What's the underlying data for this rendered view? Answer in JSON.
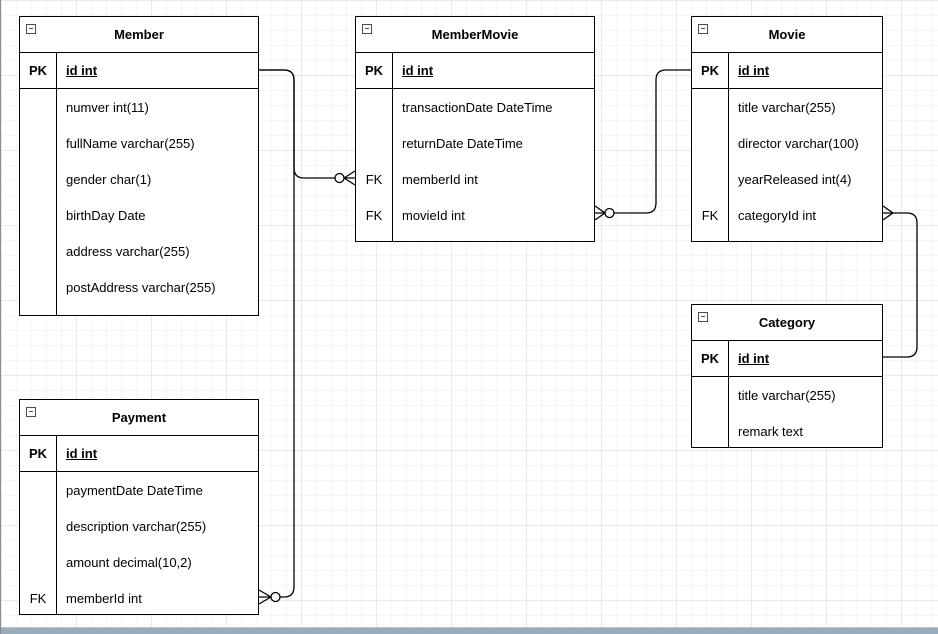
{
  "colors": {
    "table_border": "#000000",
    "table_background": "#ffffff",
    "edge_stroke": "#000000",
    "grid_minor": "#f5f5f5",
    "grid_major": "#e9e9e9",
    "scrollbar": "#9aabbc"
  },
  "tables": {
    "member": {
      "title": "Member",
      "rows": [
        {
          "key": "PK",
          "label": "id int"
        },
        {
          "key": "",
          "label": "numver int(11)"
        },
        {
          "key": "",
          "label": "fullName varchar(255)"
        },
        {
          "key": "",
          "label": "gender char(1)"
        },
        {
          "key": "",
          "label": "birthDay Date"
        },
        {
          "key": "",
          "label": "address varchar(255)"
        },
        {
          "key": "",
          "label": "postAddress varchar(255)"
        }
      ]
    },
    "memberMovie": {
      "title": "MemberMovie",
      "rows": [
        {
          "key": "PK",
          "label": "id int"
        },
        {
          "key": "",
          "label": "transactionDate DateTime"
        },
        {
          "key": "",
          "label": "returnDate DateTime"
        },
        {
          "key": "FK",
          "label": "memberId int"
        },
        {
          "key": "FK",
          "label": "movieId int"
        }
      ]
    },
    "movie": {
      "title": "Movie",
      "rows": [
        {
          "key": "PK",
          "label": "id int"
        },
        {
          "key": "",
          "label": "title varchar(255)"
        },
        {
          "key": "",
          "label": "director varchar(100)"
        },
        {
          "key": "",
          "label": "yearReleased int(4)"
        },
        {
          "key": "FK",
          "label": "categoryId int"
        }
      ]
    },
    "category": {
      "title": "Category",
      "rows": [
        {
          "key": "PK",
          "label": "id int"
        },
        {
          "key": "",
          "label": "title varchar(255)"
        },
        {
          "key": "",
          "label": "remark text"
        }
      ]
    },
    "payment": {
      "title": "Payment",
      "rows": [
        {
          "key": "PK",
          "label": "id int"
        },
        {
          "key": "",
          "label": "paymentDate DateTime"
        },
        {
          "key": "",
          "label": "description varchar(255)"
        },
        {
          "key": "",
          "label": "amount decimal(10,2)"
        },
        {
          "key": "FK",
          "label": "memberId int"
        }
      ]
    }
  },
  "connections": [
    {
      "from": "Member.id",
      "to": "MemberMovie.memberId",
      "to_marker": "zero-or-many"
    },
    {
      "from": "Member.id",
      "to": "Payment.memberId",
      "to_marker": "zero-or-many"
    },
    {
      "from": "Movie.id",
      "to": "MemberMovie.movieId",
      "to_marker": "zero-or-many"
    },
    {
      "from": "Category.id",
      "to": "Movie.categoryId",
      "to_marker": "many"
    }
  ]
}
